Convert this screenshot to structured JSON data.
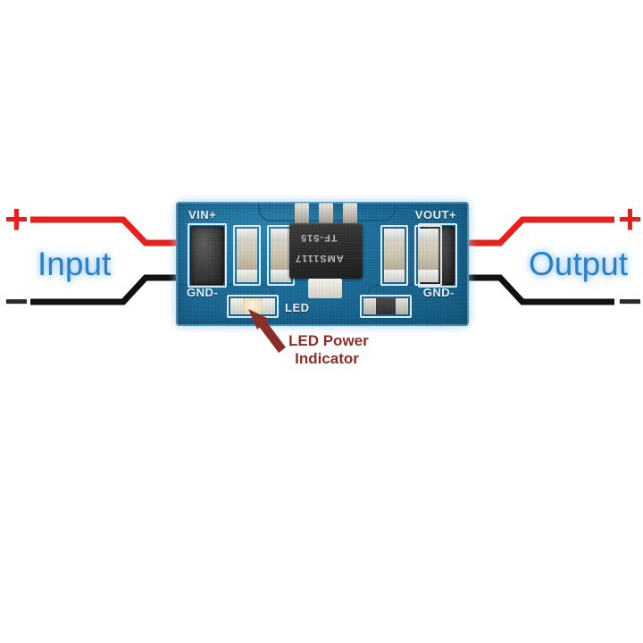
{
  "figure": {
    "subject": "AMS1117 voltage regulator module wiring diagram",
    "background_color": "#ffffff"
  },
  "input_side": {
    "label": "Input",
    "plus_symbol": "+",
    "minus_symbol": "−",
    "positive_wire_color": "#e8201c",
    "negative_wire_color": "#111111"
  },
  "output_side": {
    "label": "Output",
    "plus_symbol": "+",
    "minus_symbol": "−",
    "positive_wire_color": "#e8201c",
    "negative_wire_color": "#111111"
  },
  "board": {
    "color": "#1b6a96",
    "silkscreen": {
      "vin_positive": "VIN+",
      "vin_ground": "GND-",
      "vout_positive": "VOUT+",
      "vout_ground": "GND-",
      "led": "LED"
    },
    "ic": {
      "line1": "AMS1117",
      "line2": "TF-515"
    }
  },
  "annotation": {
    "line1": "LED Power",
    "line2": "Indicator",
    "color": "#8a2f28",
    "arrow_name": "callout-arrow"
  }
}
